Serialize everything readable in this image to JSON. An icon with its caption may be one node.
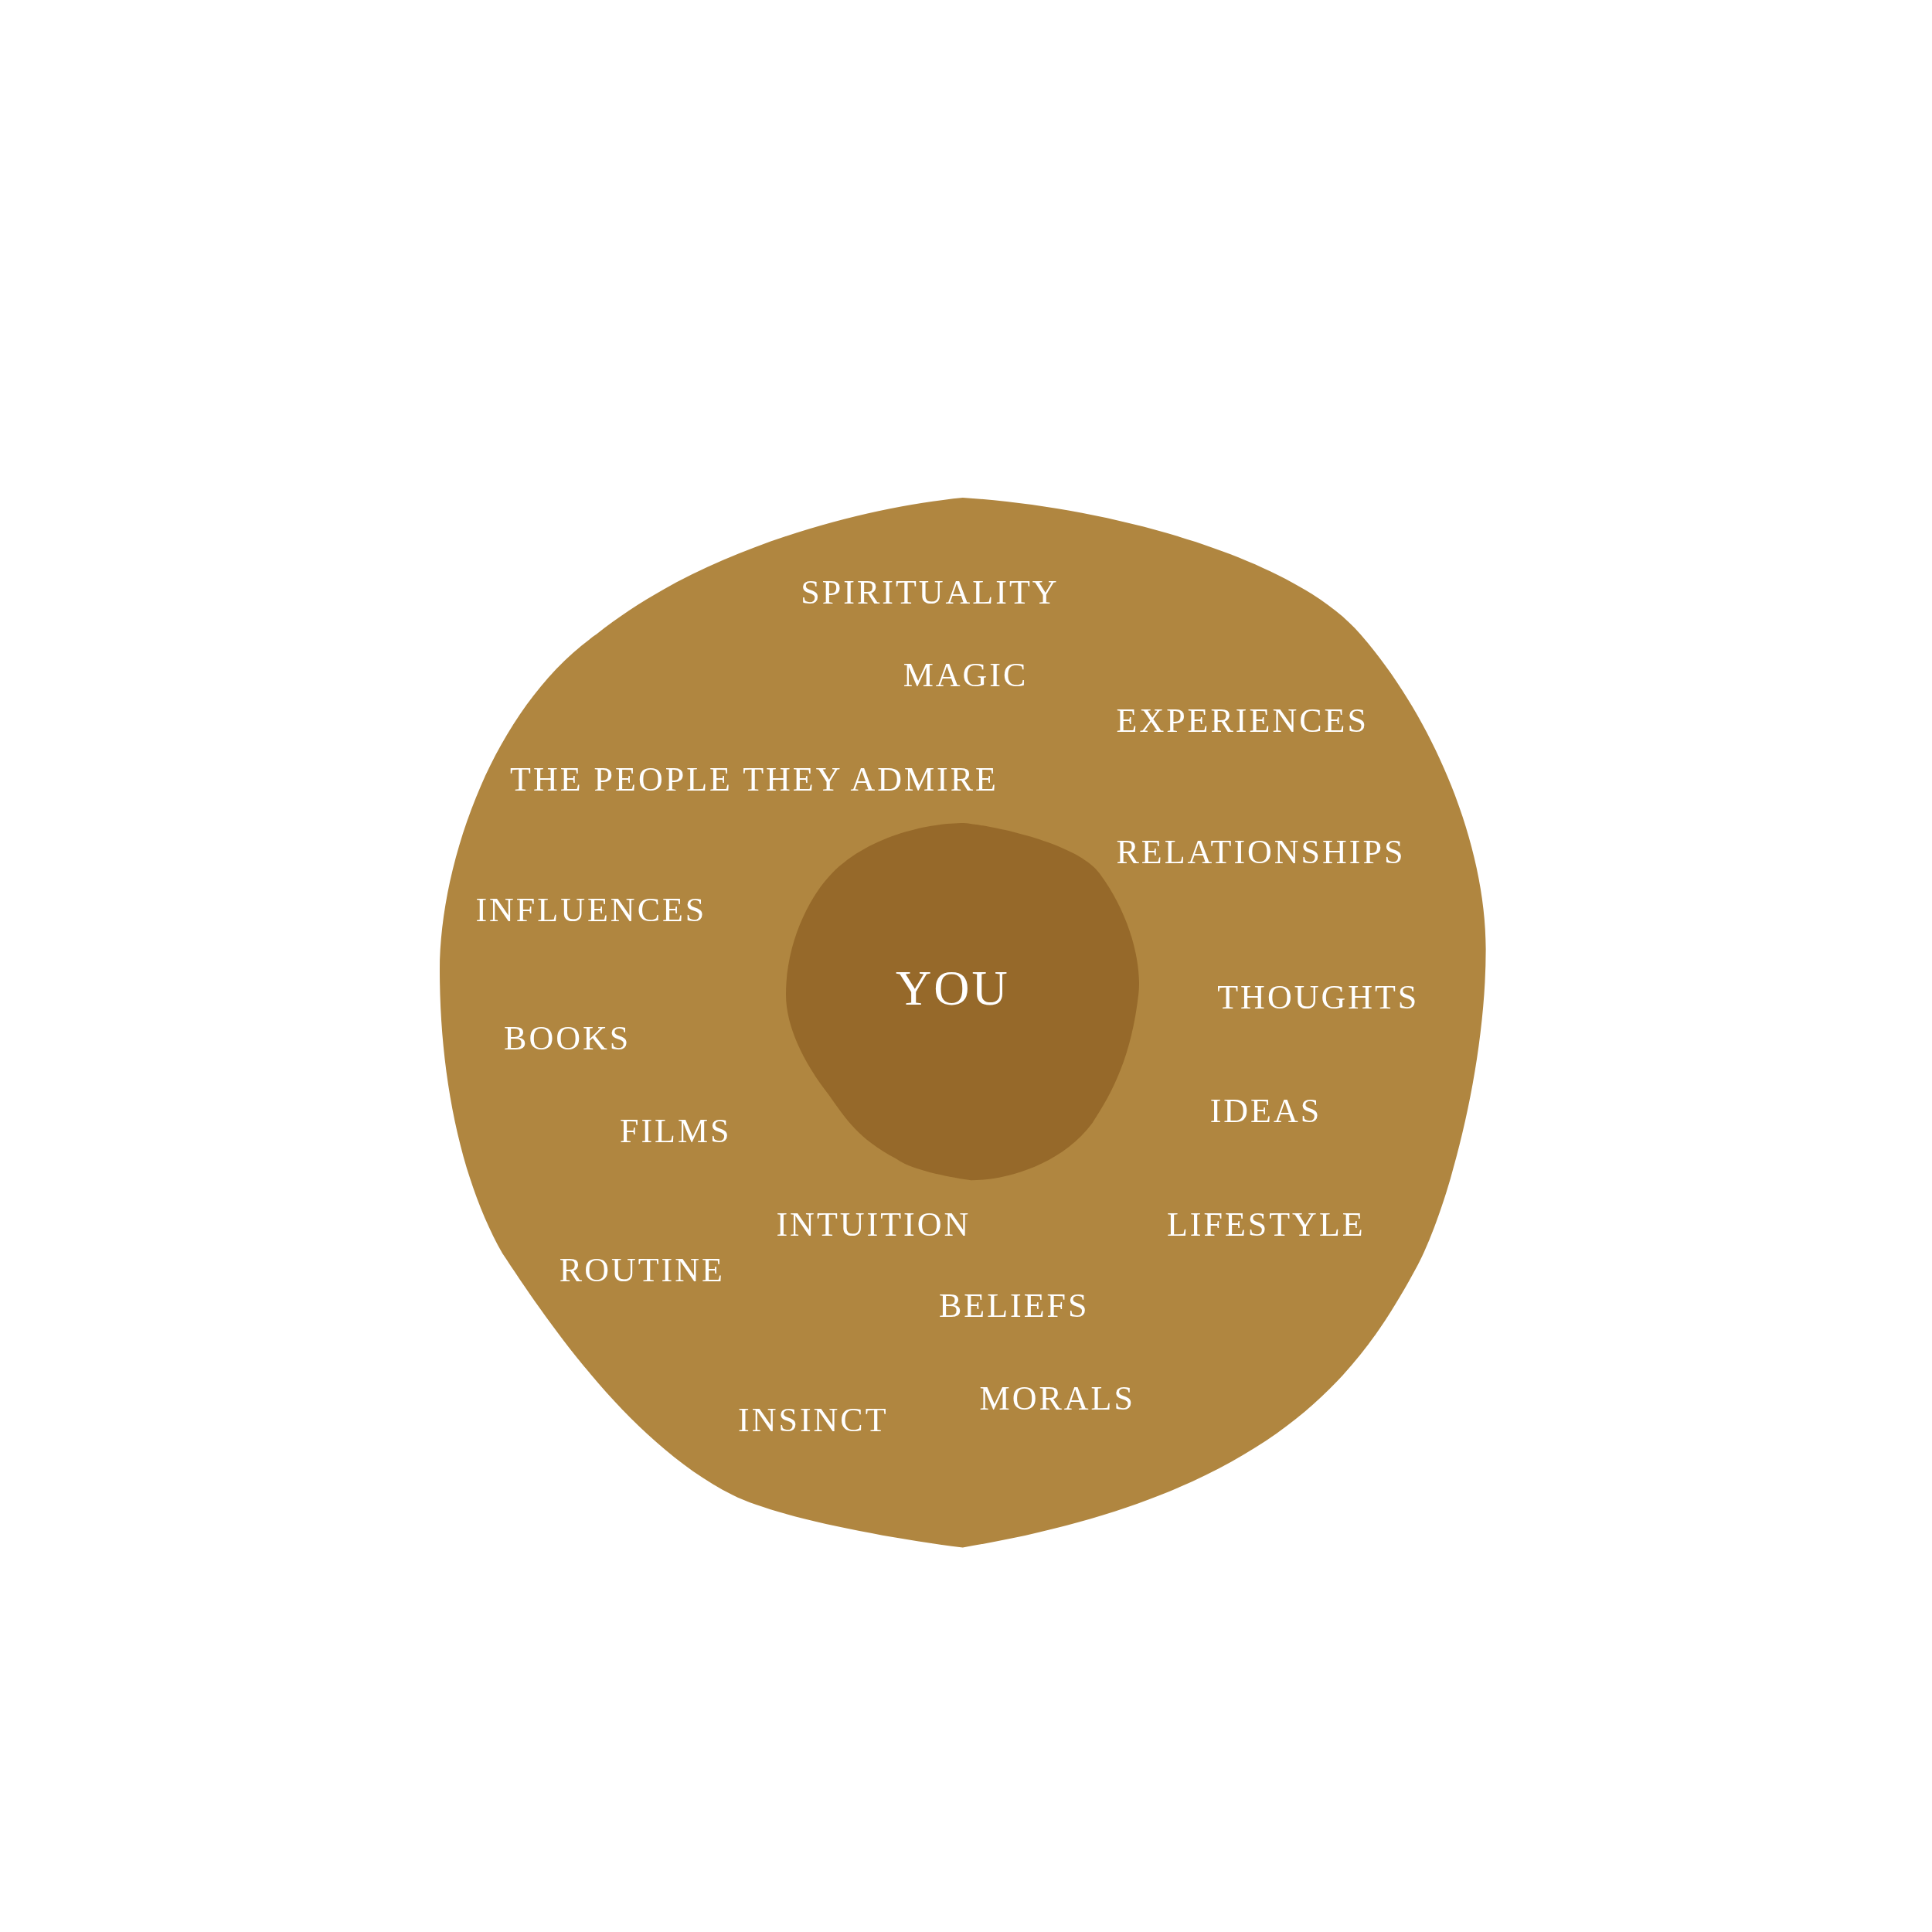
{
  "diagram": {
    "nodes": [
      {
        "text": [
          "SPIRITUALITY",
          "MAGIC",
          "EXPERIENCES",
          "THE PEOPLE THEY ADMIRE",
          "RELATIONSHIPS",
          "INFLUENCES",
          "THOUGHTS",
          "BOOKS",
          "IDEAS",
          "FILMS",
          "INTUITION",
          "LIFESTYLE",
          "ROUTINE",
          "BELIEFS",
          "MORALS",
          "INSINCT"
        ]
      },
      {
        "text": [
          "YOU"
        ],
        "in": 0
      }
    ]
  }
}
